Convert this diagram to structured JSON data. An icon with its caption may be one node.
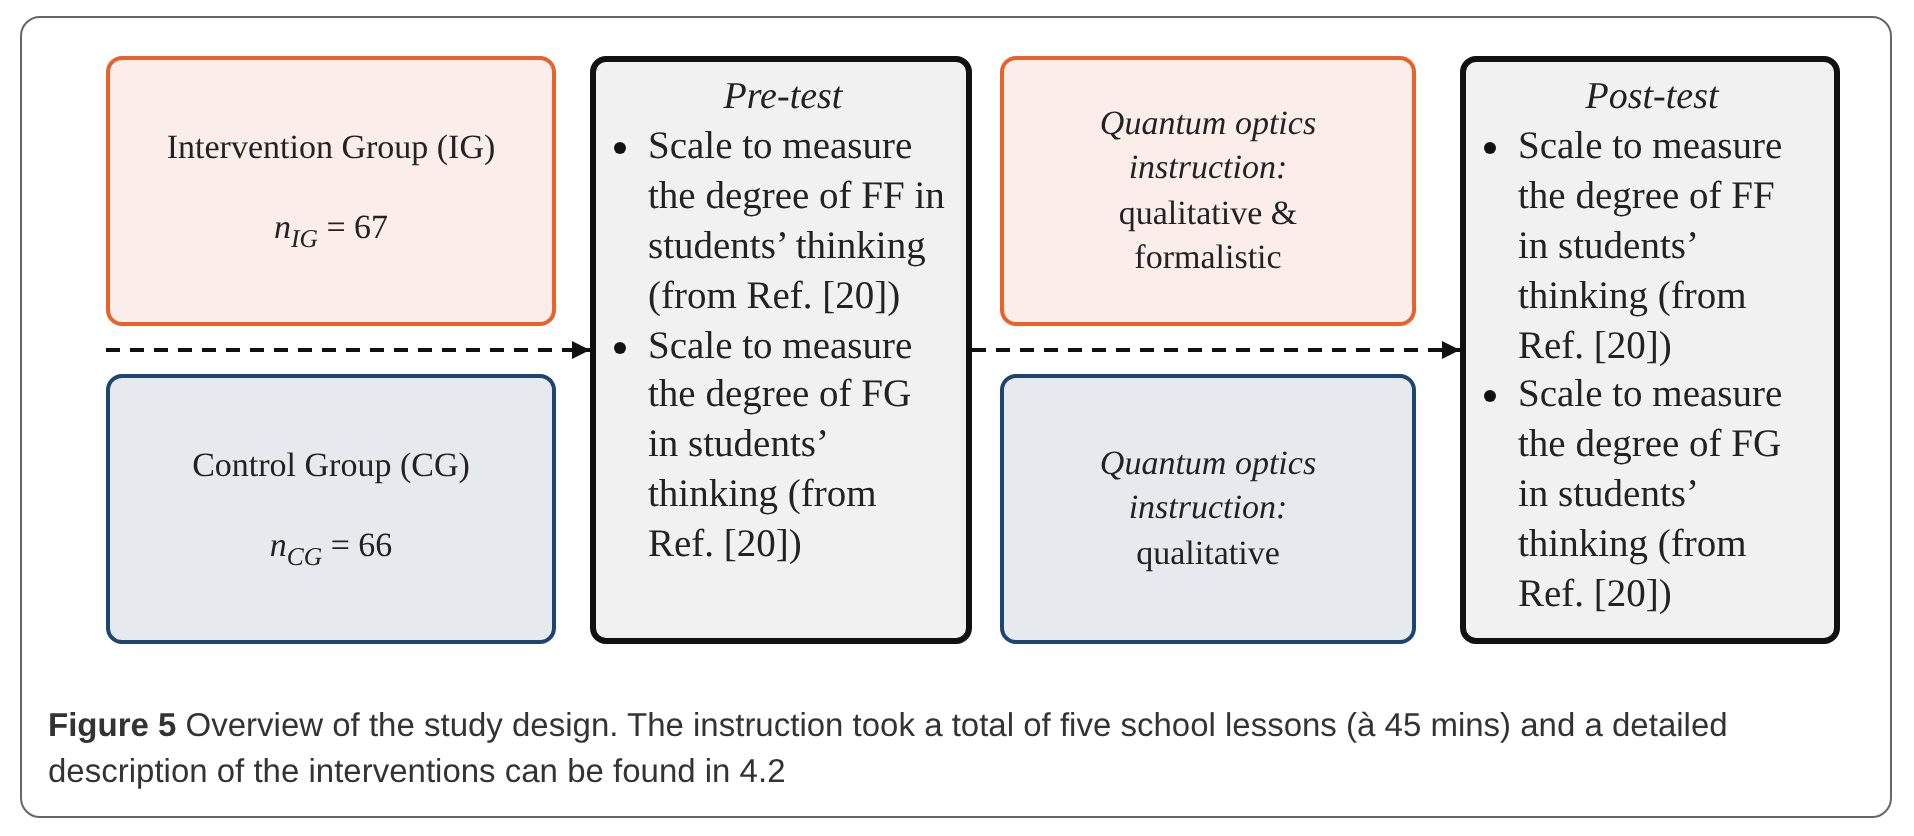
{
  "diagram": {
    "caption": "**Figure 5** Overview of the study design. The instruction took a total of five school lessons (à 45 mins) and a detailed description of the interventions can be found in 4.2",
    "nodes": [
      {
        "text": [
          "Intervention Group (IG)",
          "*n*$_{IG}$ = 67"
        ]
      },
      {
        "text": [
          "Control Group (CG)",
          "*n*$_{CG}$ = 66"
        ]
      },
      {
        "text": [
          "Pre-test",
          "Scale to measure the degree of FF in students’ thinking (from Ref. [20])",
          "Scale to measure the degree of FG in students’ thinking (from Ref. [20])"
        ]
      },
      {
        "text": [
          "Quantum optics instruction:",
          "qualitative & formalistic"
        ]
      },
      {
        "text": [
          "Quantum optics instruction:",
          "qualitative"
        ]
      },
      {
        "text": [
          "Post-test",
          "Scale to measure the degree of FF in students’ thinking (from Ref. [20])",
          "Scale to measure the degree of FG in students’ thinking (from Ref. [20])"
        ]
      }
    ],
    "edges": [
      {
        "from": 0,
        "to": 2,
        "arrow": "to",
        "style": "dashed"
      },
      {
        "from": 1,
        "to": 2,
        "arrow": "to",
        "style": "dashed"
      },
      {
        "from": 2,
        "to": 5,
        "arrow": "to",
        "style": "dashed"
      }
    ]
  }
}
